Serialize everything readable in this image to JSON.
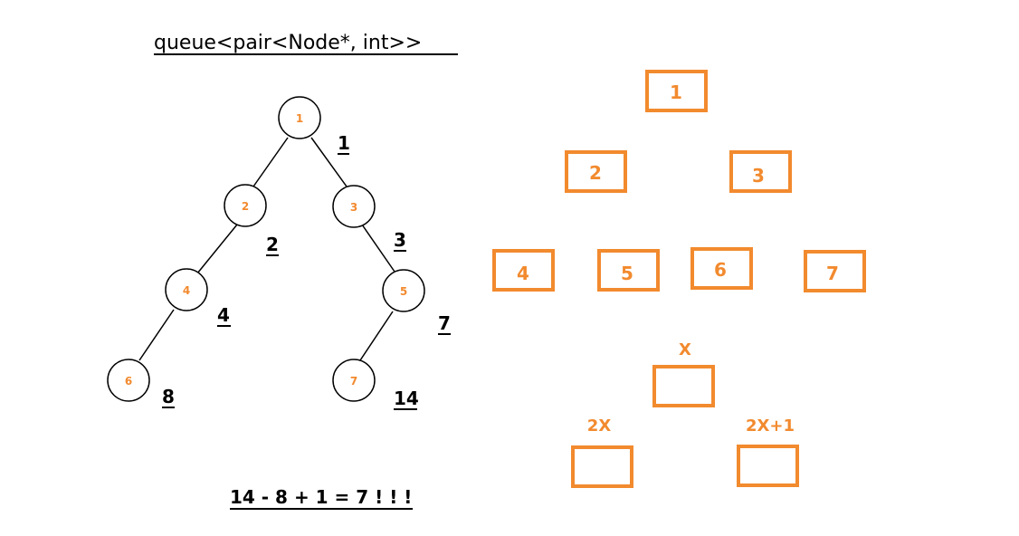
{
  "title": "queue<pair<Node*, int>>",
  "colors": {
    "accent": "#f28a2e",
    "ink": "#000000"
  },
  "tree": {
    "nodes": [
      {
        "id": "n1",
        "label": "1",
        "index": "1"
      },
      {
        "id": "n2",
        "label": "2",
        "index": "2"
      },
      {
        "id": "n3",
        "label": "3",
        "index": "3"
      },
      {
        "id": "n4",
        "label": "4",
        "index": "4"
      },
      {
        "id": "n5",
        "label": "5",
        "index": "7"
      },
      {
        "id": "n6",
        "label": "6",
        "index": "8"
      },
      {
        "id": "n7",
        "label": "7",
        "index": "14"
      }
    ],
    "edges": [
      [
        "n1",
        "n2"
      ],
      [
        "n1",
        "n3"
      ],
      [
        "n2",
        "n4"
      ],
      [
        "n3",
        "n5"
      ],
      [
        "n4",
        "n6"
      ],
      [
        "n5",
        "n7"
      ]
    ]
  },
  "formula": "14 - 8 + 1 = 7 ! ! !",
  "heap_boxes": [
    "1",
    "2",
    "3",
    "4",
    "5",
    "6",
    "7"
  ],
  "rule": {
    "parent": "X",
    "left": "2X",
    "right": "2X+1"
  }
}
